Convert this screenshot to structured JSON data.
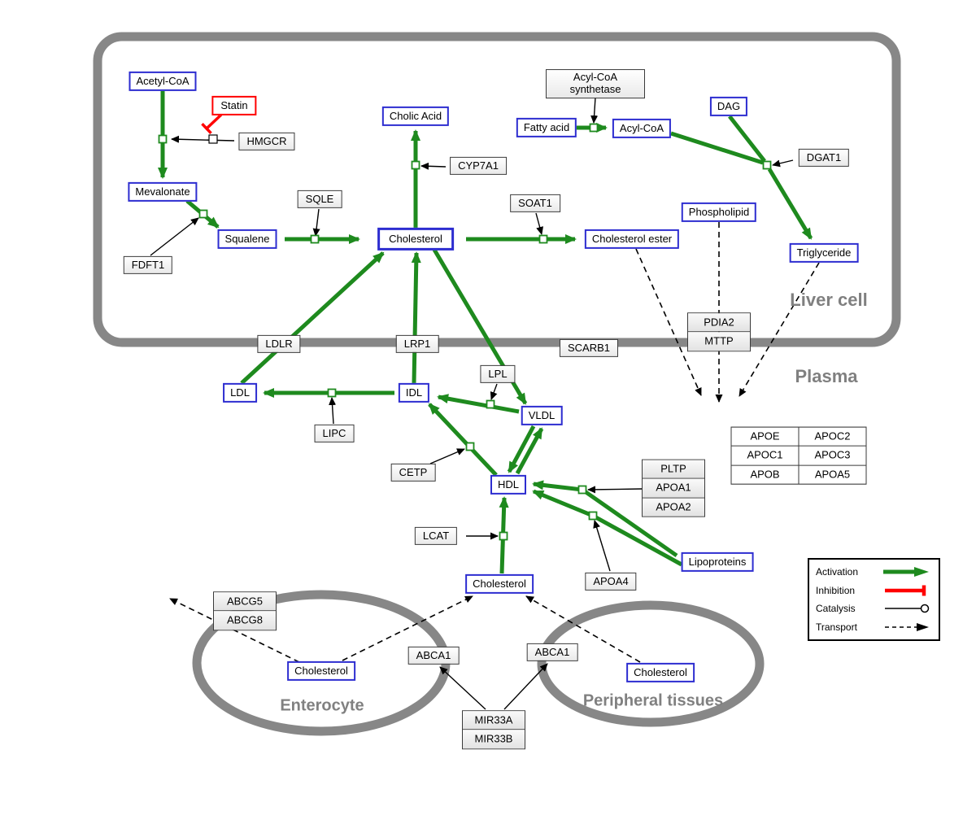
{
  "compartments": {
    "liver_cell": "Liver cell",
    "plasma": "Plasma",
    "enterocyte": "Enterocyte",
    "peripheral_tissues": "Peripheral tissues"
  },
  "metabolites": {
    "acetyl_coa": "Acetyl-CoA",
    "mevalonate": "Mevalonate",
    "squalene": "Squalene",
    "cholic_acid": "Cholic Acid",
    "cholesterol_liver": "Cholesterol",
    "cholesterol_ester": "Cholesterol ester",
    "fatty_acid": "Fatty acid",
    "acyl_coa": "Acyl-CoA",
    "dag": "DAG",
    "phospholipid": "Phospholipid",
    "triglyceride": "Triglyceride",
    "ldl": "LDL",
    "idl": "IDL",
    "vldl": "VLDL",
    "hdl": "HDL",
    "cholesterol_plasma": "Cholesterol",
    "cholesterol_enterocyte": "Cholesterol",
    "cholesterol_peripheral": "Cholesterol",
    "lipoproteins": "Lipoproteins"
  },
  "genes": {
    "statin": "Statin",
    "hmgcr": "HMGCR",
    "sqle": "SQLE",
    "fdft1": "FDFT1",
    "cyp7a1": "CYP7A1",
    "soat1": "SOAT1",
    "acyl_coa_synthetase": "Acyl-CoA synthetase",
    "dgat1": "DGAT1",
    "ldlr": "LDLR",
    "lrp1": "LRP1",
    "scarb1": "SCARB1",
    "lpl": "LPL",
    "lipc": "LIPC",
    "cetp": "CETP",
    "lcat": "LCAT",
    "apoa4": "APOA4",
    "abca1_enterocyte": "ABCA1",
    "abca1_peripheral": "ABCA1"
  },
  "stacks": {
    "pdia2_mttp": [
      "PDIA2",
      "MTTP"
    ],
    "pltp_apoa": [
      "PLTP",
      "APOA1",
      "APOA2"
    ],
    "abcg": [
      "ABCG5",
      "ABCG8"
    ],
    "mir33": [
      "MIR33A",
      "MIR33B"
    ]
  },
  "apo_table": [
    [
      "APOE",
      "APOC2"
    ],
    [
      "APOC1",
      "APOC3"
    ],
    [
      "APOB",
      "APOA5"
    ]
  ],
  "legend": {
    "activation": "Activation",
    "inhibition": "Inhibition",
    "catalysis": "Catalysis",
    "transport": "Transport"
  },
  "colors": {
    "activation": "#1e8a1e",
    "inhibition": "#ff0000",
    "membrane": "#878787",
    "metabolite_border": "#2d2dd0",
    "compartment_label": "#808080"
  }
}
